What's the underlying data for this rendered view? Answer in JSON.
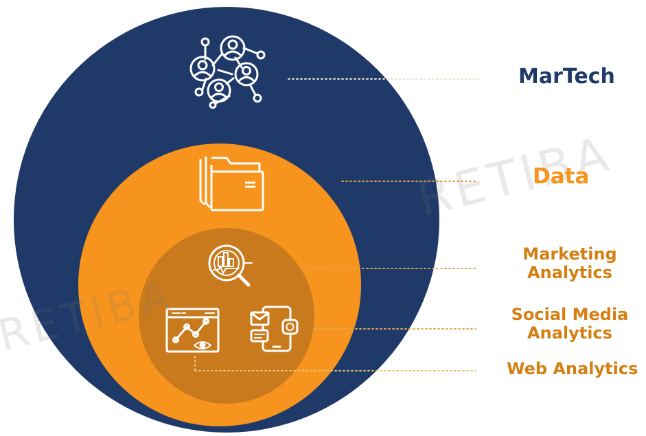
{
  "colors": {
    "outer": "#1f3a68",
    "middle": "#f7941d",
    "inner": "#c97a1d",
    "martech_text": "#1f3a68",
    "data_text": "#f7941d",
    "analytics_text": "#d47f12",
    "icon_stroke": "#ffffff",
    "dots": "#e8c27a"
  },
  "labels": {
    "martech": "MarTech",
    "data": "Data",
    "marketing_analytics_1": "Marketing",
    "marketing_analytics_2": "Analytics",
    "social_media_analytics_1": "Social Media",
    "social_media_analytics_2": "Analytics",
    "web_analytics": "Web Analytics"
  },
  "watermark": "RETIBA",
  "icons": {
    "martech": "people-network-icon",
    "data": "folders-icon",
    "marketing_analytics": "magnifier-chart-icon",
    "web_analytics": "web-dashboard-eye-icon",
    "social_media_analytics": "mobile-social-icon"
  }
}
